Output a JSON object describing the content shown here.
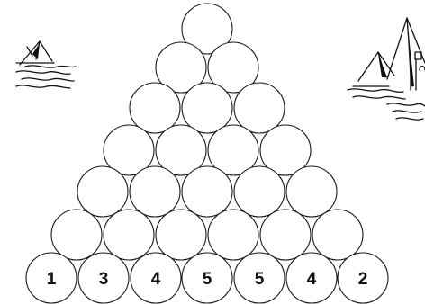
{
  "puzzle": {
    "rows": 7,
    "bottom_row_numbers": [
      "1",
      "3",
      "4",
      "5",
      "5",
      "4",
      "2"
    ]
  },
  "decorations": {
    "left": "pyramid-sketch-icon",
    "right": "pyramid-and-castle-sketch-icon"
  }
}
